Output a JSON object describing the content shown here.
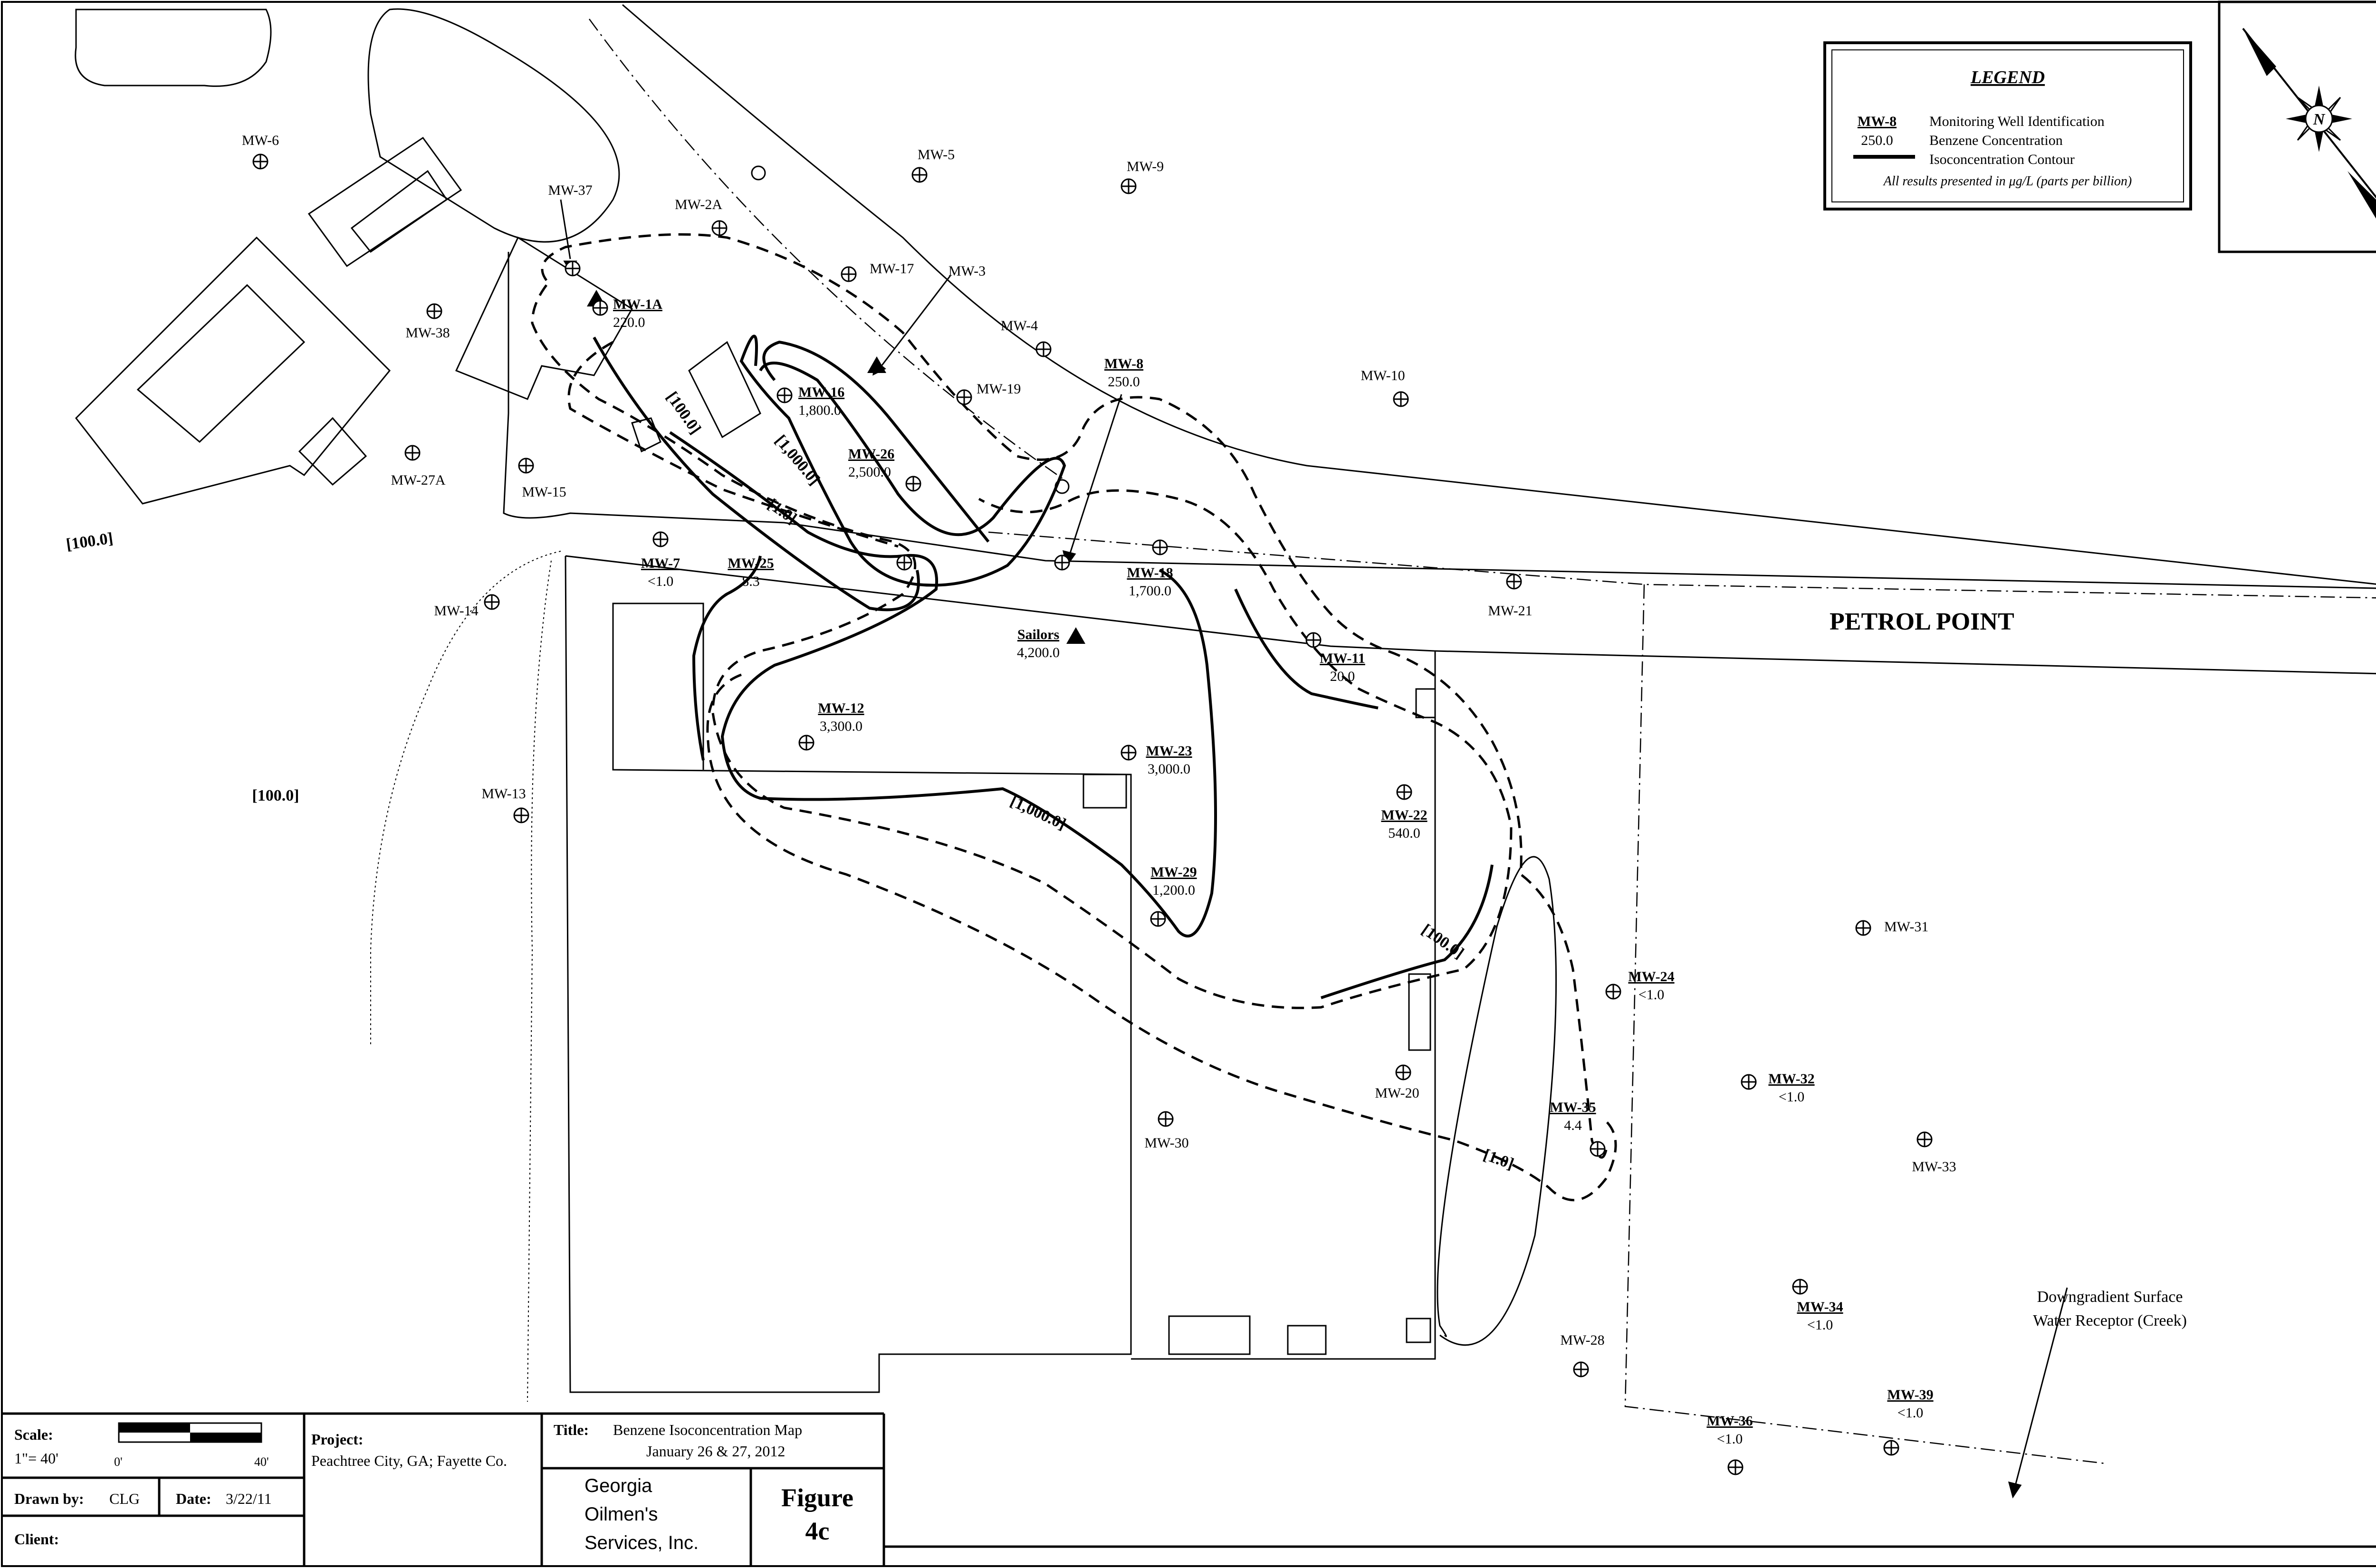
{
  "wells": [
    {
      "id": "MW-6",
      "value": ""
    },
    {
      "id": "MW-5",
      "value": ""
    },
    {
      "id": "MW-9",
      "value": ""
    },
    {
      "id": "MW-37",
      "value": ""
    },
    {
      "id": "MW-2A",
      "value": ""
    },
    {
      "id": "MW-17",
      "value": ""
    },
    {
      "id": "MW-3",
      "value": ""
    },
    {
      "id": "MW-1A",
      "value": "220.0"
    },
    {
      "id": "MW-38",
      "value": ""
    },
    {
      "id": "MW-4",
      "value": ""
    },
    {
      "id": "MW-16",
      "value": "1,800.0"
    },
    {
      "id": "MW-19",
      "value": ""
    },
    {
      "id": "MW-8",
      "value": "250.0"
    },
    {
      "id": "MW-10",
      "value": ""
    },
    {
      "id": "MW-27A",
      "value": ""
    },
    {
      "id": "MW-26",
      "value": "2,500.0"
    },
    {
      "id": "MW-15",
      "value": ""
    },
    {
      "id": "MW-7",
      "value": "<1.0"
    },
    {
      "id": "MW-25",
      "value": "8.3"
    },
    {
      "id": "MW-18",
      "value": "1,700.0"
    },
    {
      "id": "MW-21",
      "value": ""
    },
    {
      "id": "MW-14",
      "value": ""
    },
    {
      "id": "Sailors",
      "value": "4,200.0"
    },
    {
      "id": "MW-11",
      "value": "20.0"
    },
    {
      "id": "MW-12",
      "value": "3,300.0"
    },
    {
      "id": "MW-23",
      "value": "3,000.0"
    },
    {
      "id": "MW-13",
      "value": ""
    },
    {
      "id": "MW-22",
      "value": "540.0"
    },
    {
      "id": "MW-29",
      "value": "1,200.0"
    },
    {
      "id": "MW-31",
      "value": ""
    },
    {
      "id": "MW-24",
      "value": "<1.0"
    },
    {
      "id": "MW-32",
      "value": "<1.0"
    },
    {
      "id": "MW-20",
      "value": ""
    },
    {
      "id": "MW-35",
      "value": "4.4"
    },
    {
      "id": "MW-30",
      "value": ""
    },
    {
      "id": "MW-33",
      "value": ""
    },
    {
      "id": "MW-34",
      "value": "<1.0"
    },
    {
      "id": "MW-28",
      "value": ""
    },
    {
      "id": "MW-39",
      "value": "<1.0"
    },
    {
      "id": "MW-36",
      "value": "<1.0"
    }
  ],
  "contour_labels": [
    "[100.0]",
    "[1,000.0]",
    "[1.0]",
    "[100.0]",
    "[100.0]",
    "[1,000.0]",
    "[100.0]",
    "[1.0]"
  ],
  "place_label": "PETROL POINT",
  "receptor_label": [
    "Downgradient Surface",
    "Water Receptor (Creek)"
  ],
  "legend": {
    "title": "LEGEND",
    "sample_id": "MW-8",
    "sample_value": "250.0",
    "rows": [
      "Monitoring Well Identification",
      "Benzene Concentration",
      "Isoconcentration Contour"
    ],
    "note": "All results presented in μg/L (parts per billion)"
  },
  "north_label": "N",
  "title_block": {
    "scale_label": "Scale:",
    "scale_value": "1\"= 40'",
    "scale_zero": "0'",
    "scale_end": "40'",
    "drawn_by_label": "Drawn by:",
    "drawn_by": "CLG",
    "date_label": "Date:",
    "date": "3/22/11",
    "client_label": "Client:",
    "project_label": "Project:",
    "project": "Peachtree City, GA; Fayette Co.",
    "title_label": "Title:",
    "title_line1": "Benzene Isoconcentration Map",
    "title_line2": "January 26 & 27, 2012",
    "company_lines": [
      "Georgia",
      "Oilmen's",
      "Services, Inc."
    ],
    "figure_label": "Figure",
    "figure_number": "4c"
  }
}
